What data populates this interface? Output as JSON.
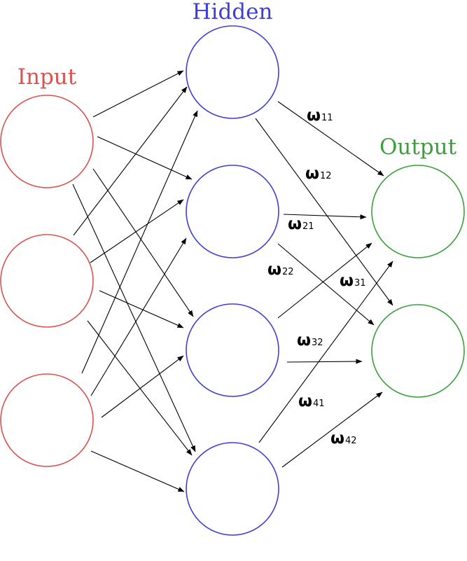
{
  "colors": {
    "input": "#d9534f",
    "hidden": "#3f3fd6",
    "output": "#3aa03a",
    "edge": "#000000"
  },
  "layers": {
    "input": {
      "label": "Input",
      "node_count": 3
    },
    "hidden": {
      "label": "Hidden",
      "node_count": 4
    },
    "output": {
      "label": "Output",
      "node_count": 2
    }
  },
  "weights": [
    {
      "id": "w11",
      "symbol": "ω",
      "subscript": "11"
    },
    {
      "id": "w12",
      "symbol": "ω",
      "subscript": "12"
    },
    {
      "id": "w21",
      "symbol": "ω",
      "subscript": "21"
    },
    {
      "id": "w22",
      "symbol": "ω",
      "subscript": "22"
    },
    {
      "id": "w31",
      "symbol": "ω",
      "subscript": "31"
    },
    {
      "id": "w32",
      "symbol": "ω",
      "subscript": "32"
    },
    {
      "id": "w41",
      "symbol": "ω",
      "subscript": "41"
    },
    {
      "id": "w42",
      "symbol": "ω",
      "subscript": "42"
    }
  ]
}
